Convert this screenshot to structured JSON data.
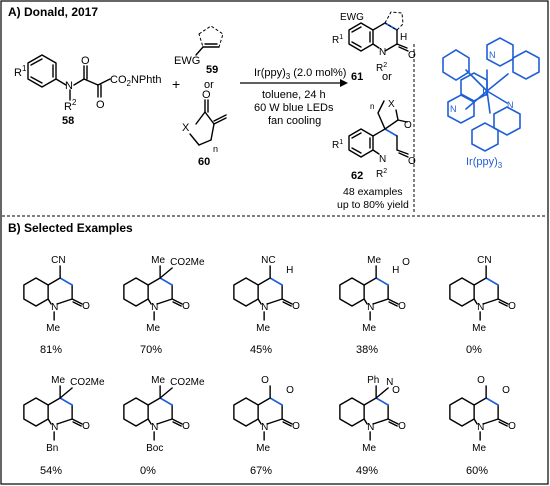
{
  "panel_a": {
    "header": "A) Donald, 2017",
    "substrate": {
      "label": "58",
      "r1": "R",
      "r1_sup": "1",
      "n": "N",
      "r2": "R",
      "r2_sup": "2",
      "ester": "CO",
      "ester_sub": "2",
      "ester_tail": "NPhth",
      "o1": "O",
      "o2": "O"
    },
    "plus": "+",
    "alkene": {
      "ewg": "EWG",
      "label": "59"
    },
    "or_top": "or",
    "lactone": {
      "x": "X",
      "o": "O",
      "n": "n",
      "label": "60"
    },
    "conditions": {
      "catalyst": "Ir(ppy)",
      "catalyst_sub": "3",
      "catalyst_tail": " (2.0 mol%)",
      "solvent": "toluene, 24 h",
      "light": "60 W blue LEDs",
      "cooling": "fan cooling"
    },
    "product_61": {
      "ewg": "EWG",
      "r1": "R",
      "r1_sup": "1",
      "h": "H",
      "n": "N",
      "r2": "R",
      "r2_sup": "2",
      "o": "O",
      "label": "61"
    },
    "or_mid": "or",
    "product_62": {
      "x": "X",
      "n": "n",
      "o1": "O",
      "r1": "R",
      "r1_sup": "1",
      "nn": "N",
      "r2": "R",
      "r2_sup": "2",
      "o2": "O",
      "label": "62"
    },
    "scope": [
      "48 examples",
      "up to 80% yield"
    ],
    "catalyst_structure": {
      "ir": "Ir",
      "n": "N",
      "label": "Ir(ppy)",
      "label_sub": "3"
    }
  },
  "panel_b": {
    "header": "B) Selected Examples",
    "examples": [
      {
        "subst": [
          "CN"
        ],
        "nsub": "Me",
        "extra": [],
        "yield": "81%"
      },
      {
        "subst": [
          "Me",
          "CO2Me"
        ],
        "nsub": "Me",
        "extra": [],
        "yield": "70%"
      },
      {
        "subst": [
          "NC"
        ],
        "nsub": "Me",
        "extra": [
          "H"
        ],
        "yield": "45%"
      },
      {
        "subst": [
          "Me"
        ],
        "nsub": "Me",
        "extra": [
          "H",
          "O"
        ],
        "yield": "38%"
      },
      {
        "subst": [
          "CN"
        ],
        "nsub": "Me",
        "extra": [],
        "yield": "0%"
      },
      {
        "subst": [
          "Me",
          "CO2Me"
        ],
        "nsub": "Bn",
        "extra": [],
        "yield": "54%"
      },
      {
        "subst": [
          "Me",
          "CO2Me"
        ],
        "nsub": "Boc",
        "extra": [],
        "yield": "0%"
      },
      {
        "subst": [
          "O"
        ],
        "nsub": "Me",
        "extra": [
          "O"
        ],
        "yield": "67%"
      },
      {
        "subst": [
          "Ph",
          "N"
        ],
        "nsub": "Me",
        "extra": [
          "O"
        ],
        "yield": "49%"
      },
      {
        "subst": [
          "O"
        ],
        "nsub": "Me",
        "extra": [
          "O"
        ],
        "yield": "60%"
      }
    ],
    "n_label": "N",
    "carbonyl_o": "O"
  }
}
